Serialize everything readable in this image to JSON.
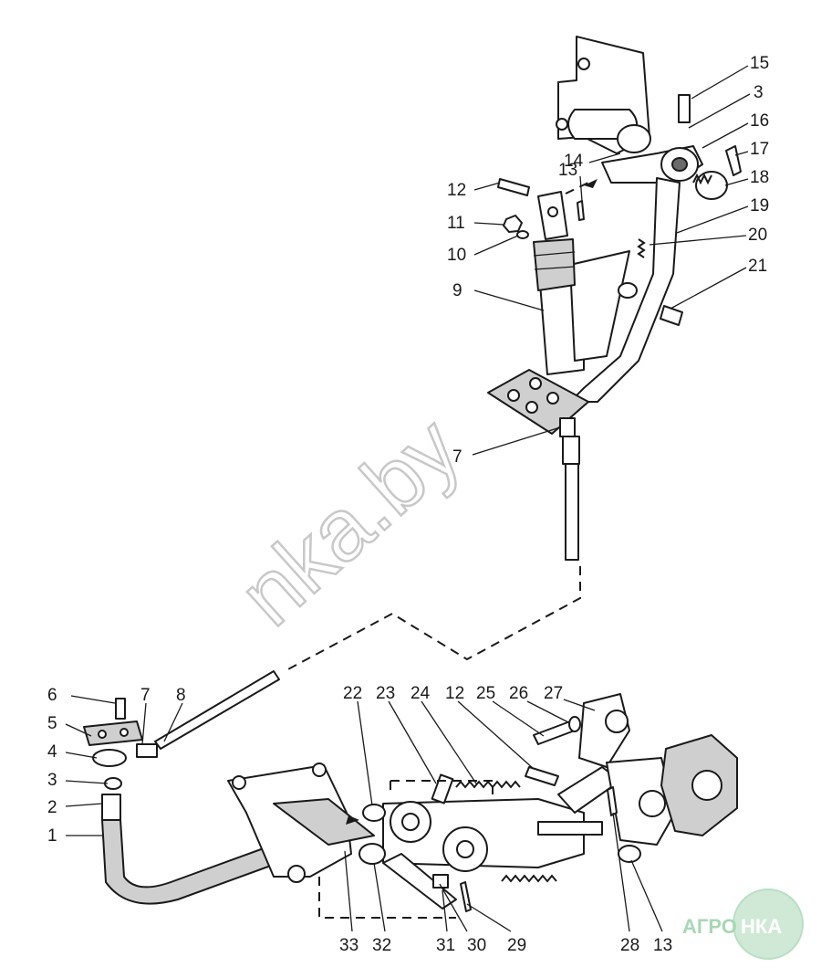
{
  "watermark": "nka.by",
  "logo": {
    "left": "АГРО",
    "right": "НКА",
    "color_bg": "#cfe9d6",
    "color_text": "#a9d7b6"
  },
  "callouts": {
    "n1": "1",
    "n2": "2",
    "n3a": "3",
    "n3b": "3",
    "n4": "4",
    "n5": "5",
    "n6": "6",
    "n7a": "7",
    "n7b": "7",
    "n8": "8",
    "n9": "9",
    "n10": "10",
    "n11": "11",
    "n12a": "12",
    "n12b": "12",
    "n13a": "13",
    "n13b": "13",
    "n14": "14",
    "n15": "15",
    "n16": "16",
    "n17": "17",
    "n18": "18",
    "n19": "19",
    "n20": "20",
    "n21": "21",
    "n22": "22",
    "n23": "23",
    "n24": "24",
    "n25": "25",
    "n26": "26",
    "n27": "27",
    "n28": "28",
    "n29": "29",
    "n30": "30",
    "n31": "31",
    "n32": "32",
    "n33": "33"
  }
}
